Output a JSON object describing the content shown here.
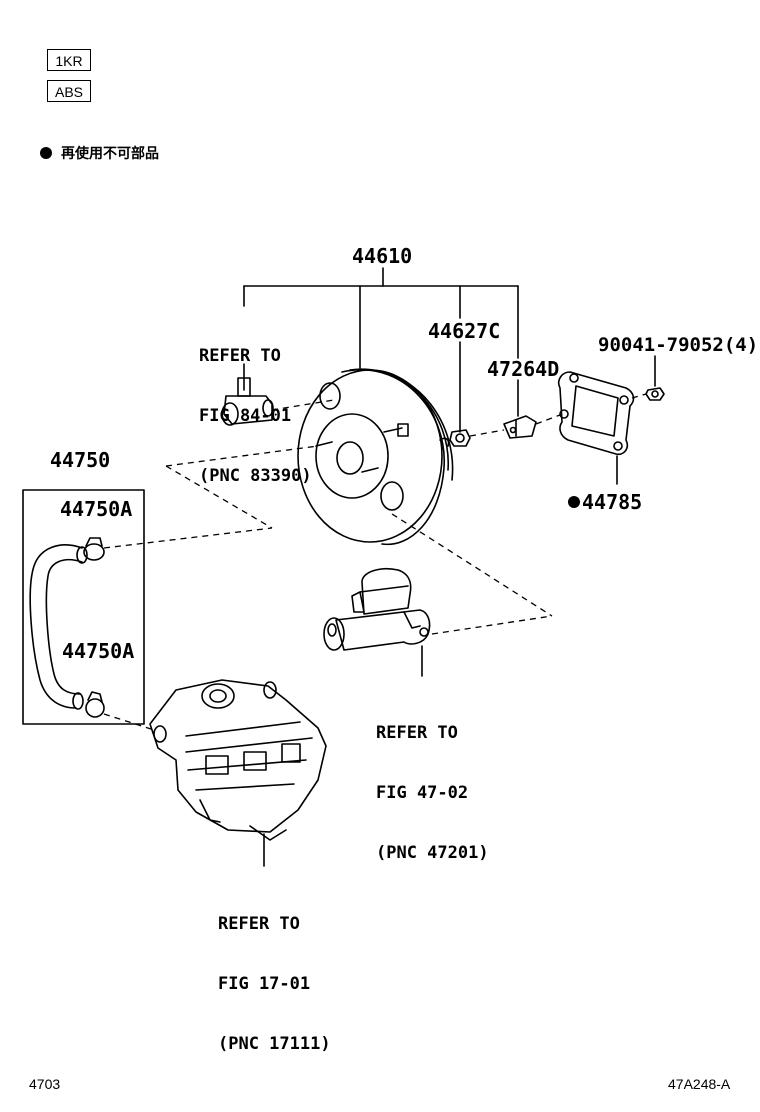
{
  "header": {
    "codes": [
      "1KR",
      "ABS"
    ],
    "legend_text": "再使用不可部品"
  },
  "parts": {
    "booster_assembly": "44610",
    "check_valve": "44627C",
    "clevis": "47264D",
    "nut": "90041-79052(4)",
    "gasket": "44785",
    "hose_assembly": "44750",
    "clip_upper": "44750A",
    "clip_lower": "44750A"
  },
  "references": {
    "sensor": [
      "REFER TO",
      "FIG 84-01",
      "(PNC 83390)"
    ],
    "master_cylinder": [
      "REFER TO",
      "FIG 47-02",
      "(PNC 47201)"
    ],
    "intake_manifold": [
      "REFER TO",
      "FIG 17-01",
      "(PNC 17111)"
    ]
  },
  "footer": {
    "left": "4703",
    "right": "47A248-A"
  }
}
